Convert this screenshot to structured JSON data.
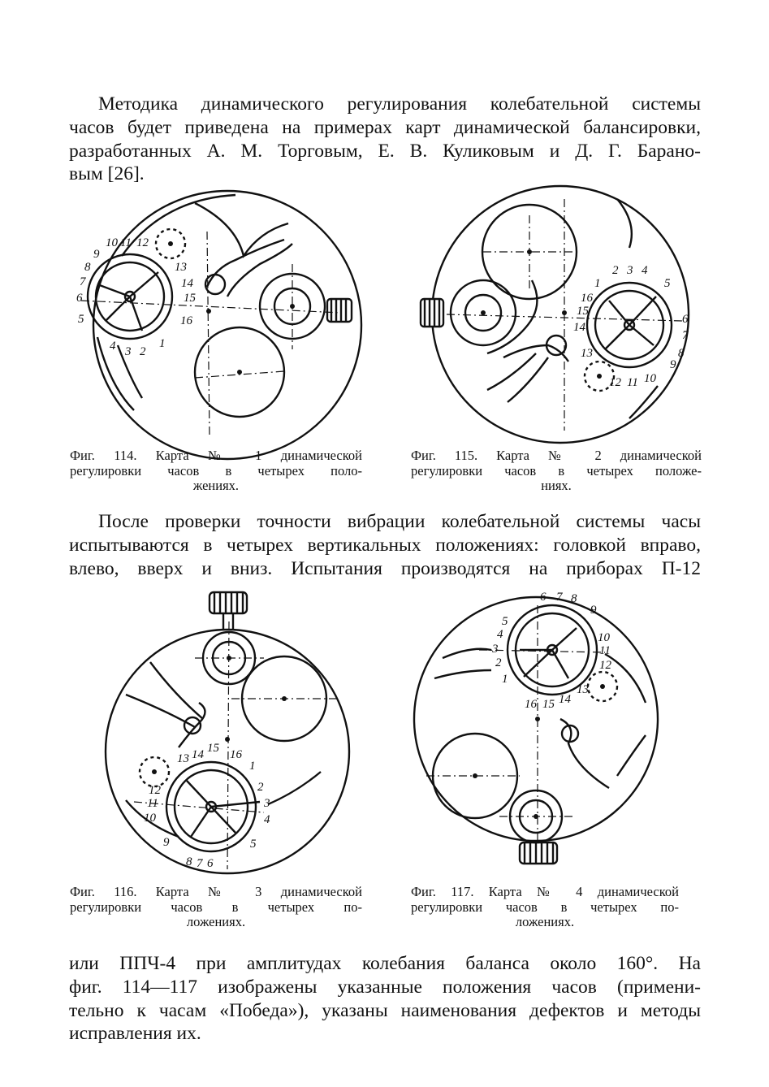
{
  "paragraph_top": [
    "Методика динамического регулирования колебательной системы",
    "часов будет приведена на примерах карт динамической балансировки,",
    "разработанных А. М. Торговым, Е. В. Куликовым и Д. Г. Барано-",
    "вым [26]."
  ],
  "paragraph_middle": [
    "После проверки точности вибрации колебательной системы часы",
    "испытываются в четырех вертикальных положениях: головкой вправо,",
    "влево, вверх и вниз. Испытания производятся на приборах П-12"
  ],
  "paragraph_bottom": [
    "или ППЧ-4 при амплитудах колебания баланса около 160°. На",
    "фиг. 114—117 изображены указанные положения часов (примени-",
    "тельно к часам «Победа»), указаны наименования дефектов и методы",
    "исправления их."
  ],
  "figures": [
    {
      "caption": [
        "Фиг. 114. Карта № 1 динамической",
        "регулировки часов в четырех поло-",
        "жениях."
      ],
      "labels": [
        "1",
        "2",
        "3",
        "4",
        "5",
        "6",
        "7",
        "8",
        "9",
        "10",
        "11",
        "12",
        "13",
        "14",
        "15",
        "16"
      ]
    },
    {
      "caption": [
        "Фиг. 115. Карта № 2 динамической",
        "регулировки часов в четырех положе-",
        "ниях."
      ],
      "labels": [
        "1",
        "2",
        "3",
        "4",
        "5",
        "6",
        "7",
        "8",
        "9",
        "10",
        "11",
        "12",
        "13",
        "14",
        "15",
        "16"
      ]
    },
    {
      "caption": [
        "Фиг. 116. Карта № 3 динамической",
        "регулировки часов в четырех по-",
        "ложениях."
      ],
      "labels": [
        "1",
        "2",
        "3",
        "4",
        "5",
        "6",
        "7",
        "8",
        "9",
        "10",
        "11",
        "12",
        "13",
        "14",
        "15",
        "16"
      ]
    },
    {
      "caption": [
        "Фиг. 117. Карта № 4 динамической",
        "регулировки часов в четырех по-",
        "ложениях."
      ],
      "labels": [
        "1",
        "2",
        "3",
        "4",
        "5",
        "6",
        "7",
        "8",
        "9",
        "10",
        "11",
        "12",
        "13",
        "14",
        "15",
        "16"
      ]
    }
  ]
}
